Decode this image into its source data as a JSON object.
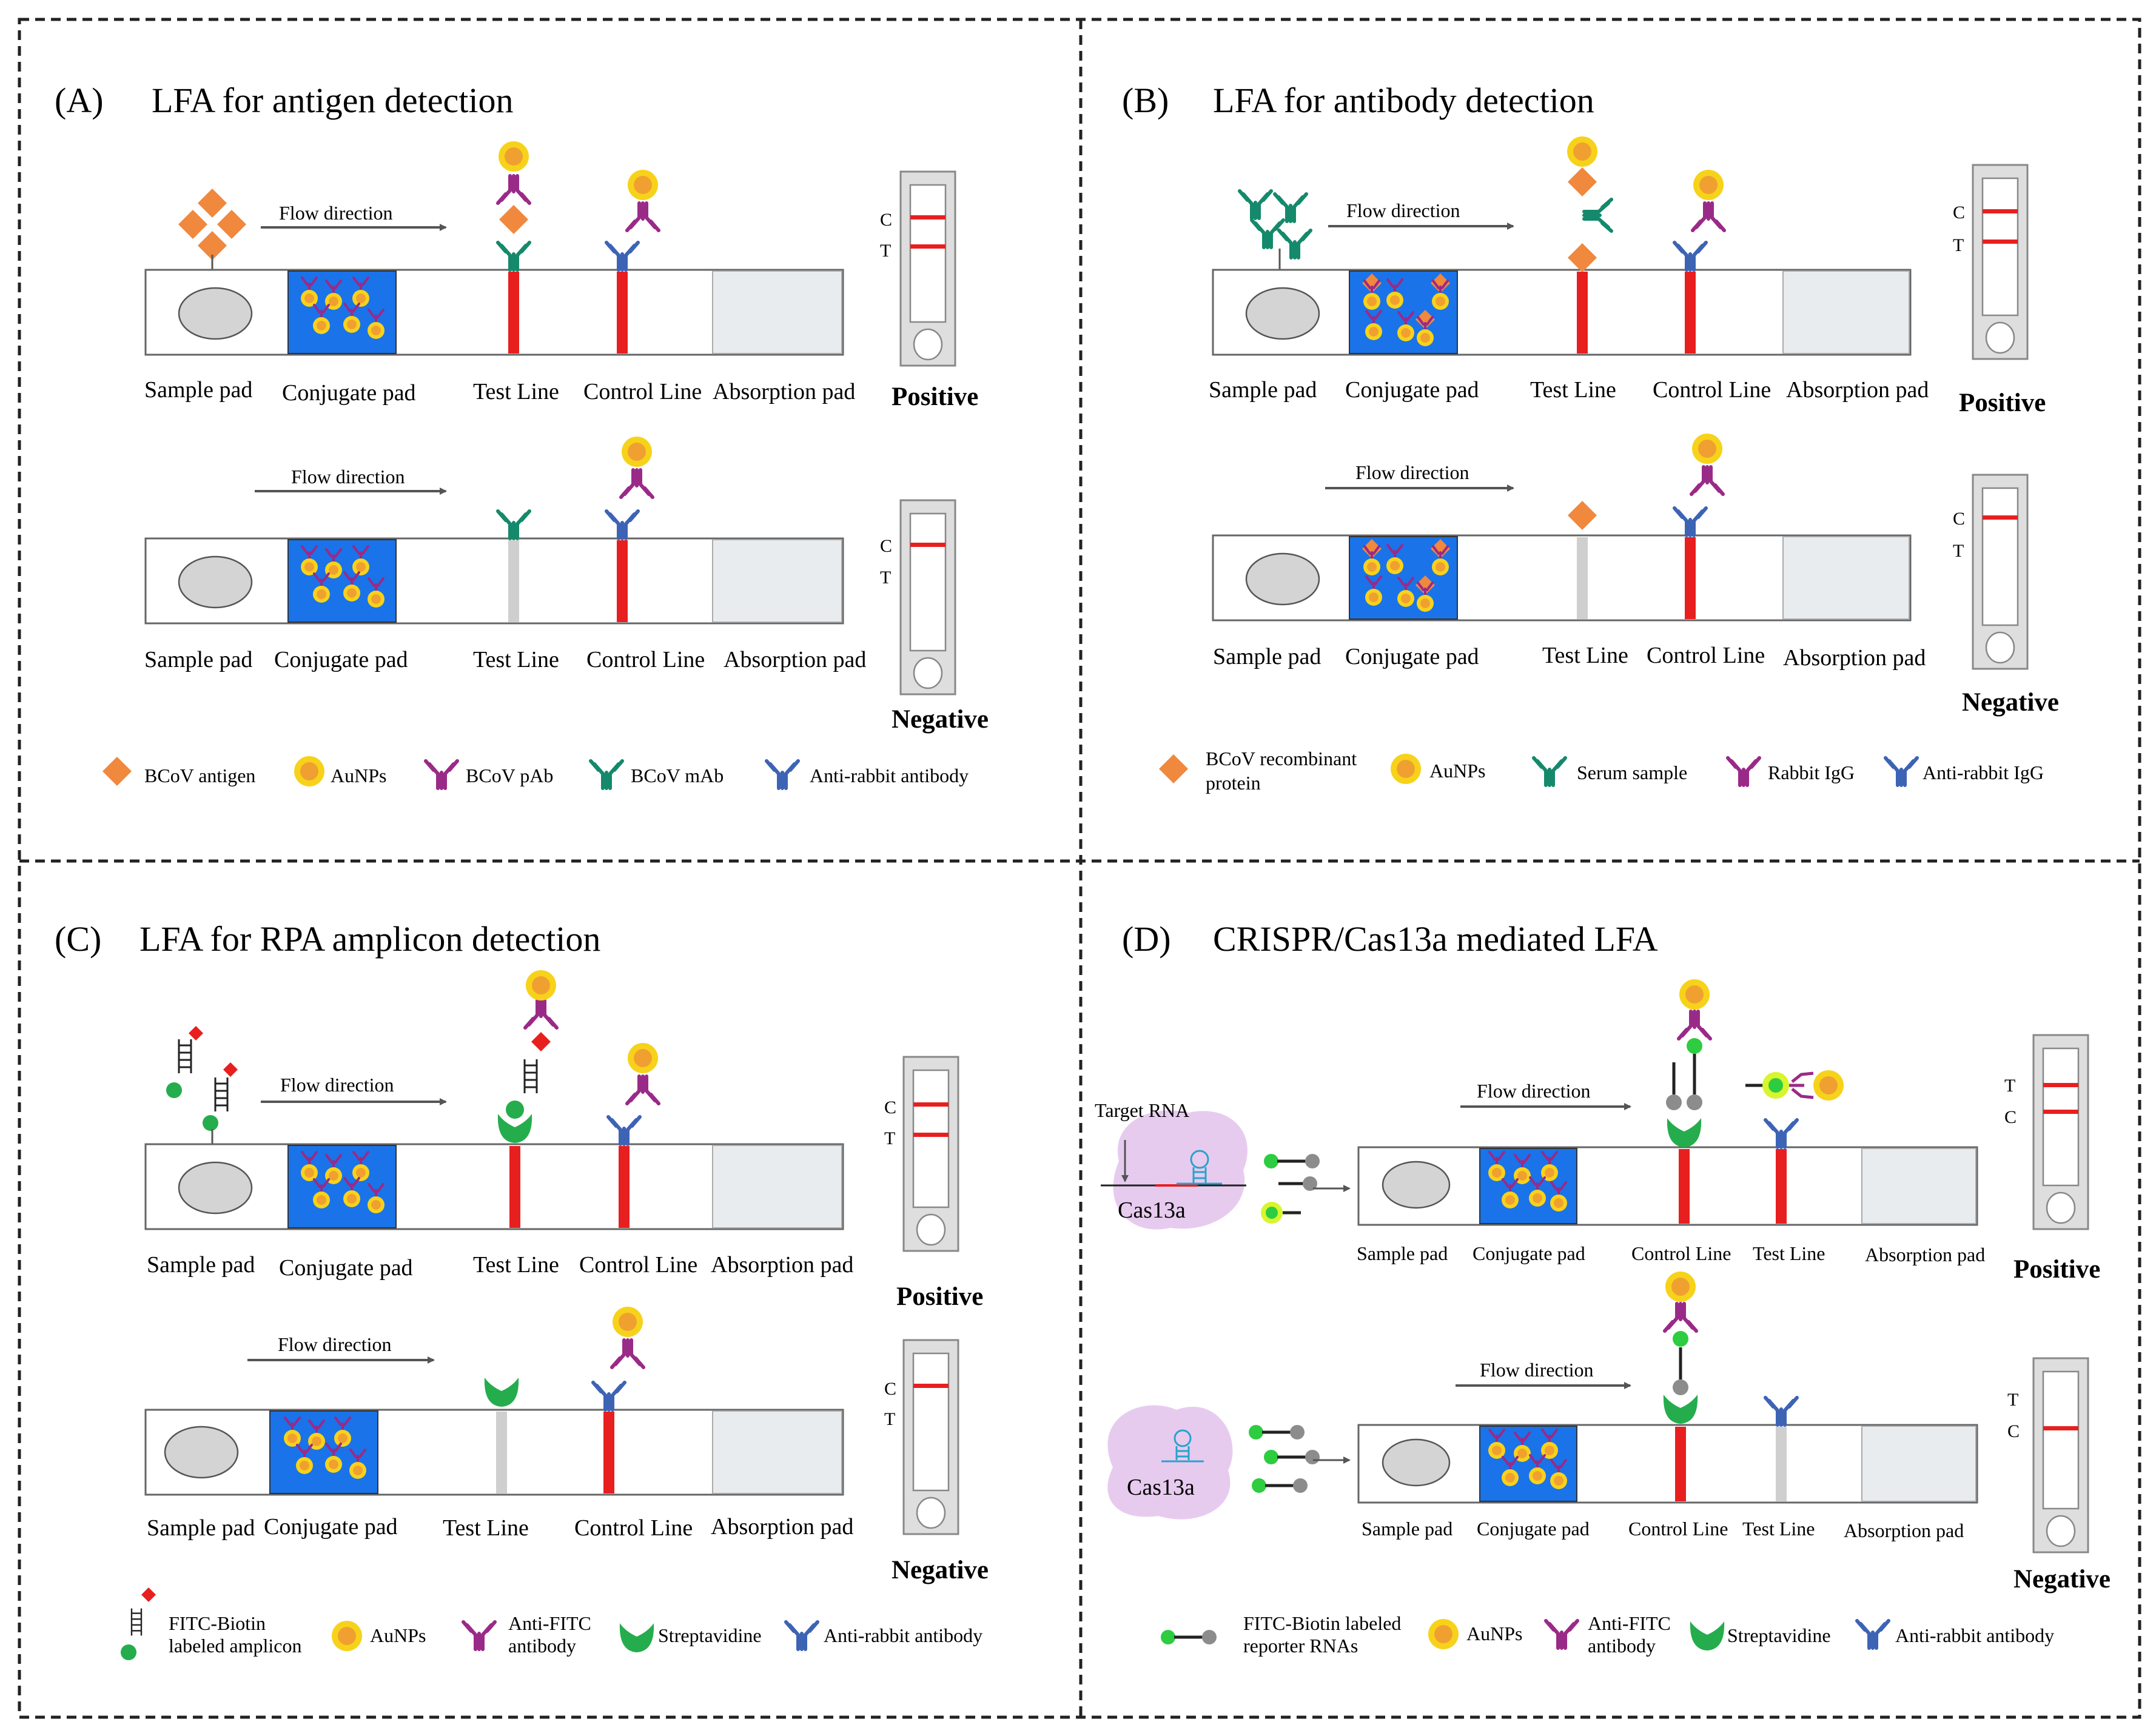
{
  "colors": {
    "antigen": "#f0883e",
    "aunp_core": "#f0a030",
    "aunp_ring": "#f7d21b",
    "pab": "#9a2a87",
    "mab": "#15896b",
    "anti_rabbit": "#3d63b5",
    "conjugate_pad": "#1a73e8",
    "line_red": "#e81f1f",
    "line_gray": "#cfcfcf",
    "strep": "#25ad4d",
    "fitc": "#2ecc40",
    "biotin": "#8c8c8c",
    "cas_cloud": "#e7cbef"
  },
  "panels": {
    "A": {
      "label": "(A)",
      "title": "LFA for antigen detection",
      "pos": {
        "flow": "Flow direction",
        "pads": [
          "Sample pad",
          "Conjugate pad",
          "Test Line",
          "Control Line",
          "Absorption pad"
        ],
        "result": "Positive",
        "c": "C",
        "t": "T"
      },
      "neg": {
        "flow": "Flow direction",
        "pads": [
          "Sample pad",
          "Conjugate pad",
          "Test Line",
          "Control Line",
          "Absorption pad"
        ],
        "result": "Negative",
        "c": "C",
        "t": "T"
      },
      "legend": [
        {
          "icon": "diamond-icon",
          "text": "BCoV  antigen"
        },
        {
          "icon": "aunp-icon",
          "text": "AuNPs"
        },
        {
          "icon": "antibody-icon",
          "text": "BCoV pAb"
        },
        {
          "icon": "antibody-icon",
          "text": "BCoV mAb"
        },
        {
          "icon": "antibody-icon",
          "text": "Anti-rabbit  antibody"
        }
      ]
    },
    "B": {
      "label": "(B)",
      "title": "LFA for antibody detection",
      "pos": {
        "flow": "Flow direction",
        "pads": [
          "Sample pad",
          "Conjugate pad",
          "Test Line",
          "Control Line",
          "Absorption pad"
        ],
        "result": "Positive",
        "c": "C",
        "t": "T"
      },
      "neg": {
        "flow": "Flow direction",
        "pads": [
          "Sample pad",
          "Conjugate pad",
          "Test Line",
          "Control Line",
          "Absorption pad"
        ],
        "result": "Negative",
        "c": "C",
        "t": "T"
      },
      "legend": [
        {
          "icon": "diamond-icon",
          "text": "BCoV   recombinant",
          "text2": "protein"
        },
        {
          "icon": "aunp-icon",
          "text": "AuNPs"
        },
        {
          "icon": "antibody-icon",
          "text": "Serum sample"
        },
        {
          "icon": "antibody-icon",
          "text": "Rabbit  IgG"
        },
        {
          "icon": "antibody-icon",
          "text": "Anti-rabbit  IgG"
        }
      ]
    },
    "C": {
      "label": "(C)",
      "title": "LFA for RPA amplicon detection",
      "pos": {
        "flow": "Flow direction",
        "pads": [
          "Sample pad",
          "Conjugate pad",
          "Test Line",
          "Control Line",
          "Absorption pad"
        ],
        "result": "Positive",
        "c": "C",
        "t": "T"
      },
      "neg": {
        "flow": "Flow direction",
        "pads": [
          "Sample pad",
          "Conjugate pad",
          "Test Line",
          "Control Line",
          "Absorption pad"
        ],
        "result": "Negative",
        "c": "C",
        "t": "T"
      },
      "legend": [
        {
          "icon": "amplicon-icon",
          "text": "FITC-Biotin",
          "text2": "labeled  amplicon"
        },
        {
          "icon": "aunp-icon",
          "text": "AuNPs"
        },
        {
          "icon": "antibody-icon",
          "text": "Anti-FITC",
          "text2": "antibody"
        },
        {
          "icon": "streptavidin-icon",
          "text": "Streptavidine"
        },
        {
          "icon": "antibody-icon",
          "text": "Anti-rabbit  antibody"
        }
      ]
    },
    "D": {
      "label": "(D)",
      "title": "CRISPR/Cas13a mediated LFA",
      "target": "Target RNA",
      "cas": "Cas13a",
      "pos": {
        "flow": "Flow direction",
        "pads": [
          "Sample pad",
          "Conjugate pad",
          "Control Line",
          "Test Line",
          "Absorption pad"
        ],
        "result": "Positive",
        "t": "T",
        "c": "C"
      },
      "neg": {
        "flow": "Flow direction",
        "pads": [
          "Sample pad",
          "Conjugate pad",
          "Control Line",
          "Test Line",
          "Absorption pad"
        ],
        "result": "Negative",
        "t": "T",
        "c": "C"
      },
      "legend": [
        {
          "icon": "reporter-icon",
          "text": "FITC-Biotin labeled",
          "text2": "reporter RNAs"
        },
        {
          "icon": "aunp-icon",
          "text": "AuNPs"
        },
        {
          "icon": "antibody-icon",
          "text": "Anti-FITC",
          "text2": "antibody"
        },
        {
          "icon": "streptavidin-icon",
          "text": "Streptavidine"
        },
        {
          "icon": "antibody-icon",
          "text": "Anti-rabbit  antibody"
        }
      ]
    }
  }
}
